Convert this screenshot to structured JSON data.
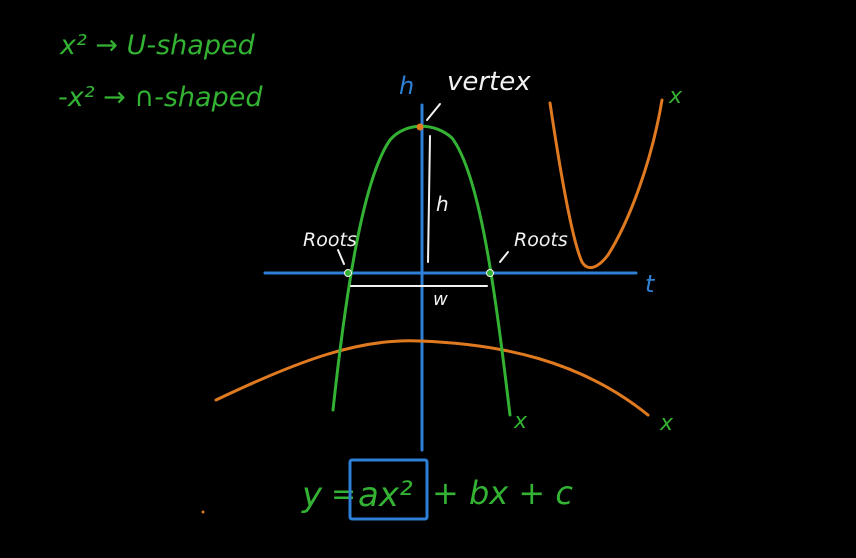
{
  "colors": {
    "background": "#000000",
    "green": "#33b233",
    "orange": "#e07a20",
    "blue": "#2d80d6",
    "white": "#f2f2f2"
  },
  "notes": {
    "line1": "x² → U-shaped",
    "line2": "-x² → ∩-shaped"
  },
  "labels": {
    "vertical_axis": "h",
    "horizontal_axis": "t",
    "vertex": "vertex",
    "roots_left": "Roots",
    "roots_right": "Roots",
    "height": "h",
    "width": "w",
    "x_green": "x",
    "x_orange_wide": "x",
    "x_orange_u": "x"
  },
  "equation": {
    "y": "y",
    "equals": "=",
    "boxed_term": "ax²",
    "rest": "+ bx + c"
  }
}
